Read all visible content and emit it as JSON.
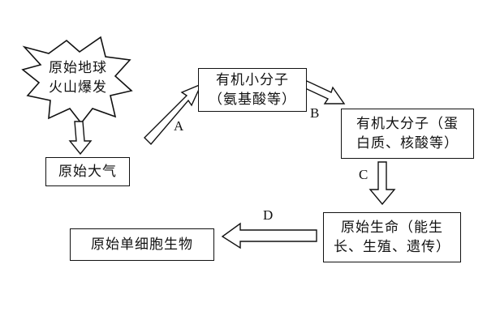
{
  "diagram": {
    "nodes": {
      "burst": {
        "lines": [
          "原始地球",
          "火山爆发"
        ]
      },
      "atmosphere": {
        "text": "原始大气"
      },
      "small_molecules": {
        "lines": [
          "有机小分子",
          "（氨基酸等）"
        ]
      },
      "large_molecules": {
        "lines": [
          "有机大分子（蛋",
          "白质、核酸等）"
        ]
      },
      "primitive_life": {
        "lines": [
          "原始生命（能生",
          "长、生殖、遗传）"
        ]
      },
      "unicellular": {
        "text": "原始单细胞生物"
      }
    },
    "edge_labels": {
      "a": "A",
      "b": "B",
      "c": "C",
      "d": "D"
    }
  }
}
